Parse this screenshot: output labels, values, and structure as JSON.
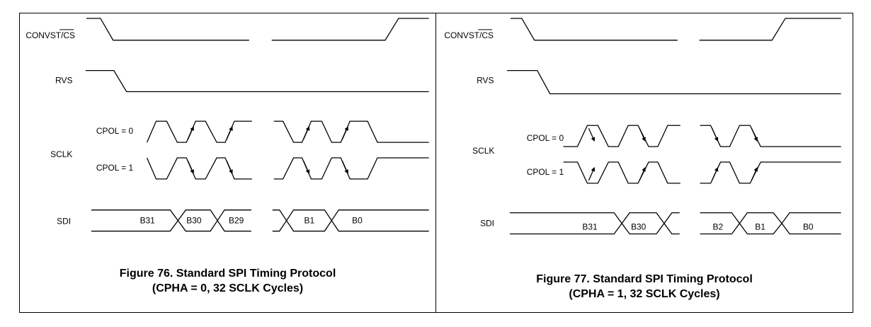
{
  "figures": [
    {
      "caption_line1": "Figure 76. Standard SPI Timing Protocol",
      "caption_line2": "(CPHA = 0, 32 SCLK Cycles)",
      "signals": {
        "convst": "CONVST/CS",
        "rvs": "RVS",
        "sclk": "SCLK",
        "cpol0": "CPOL = 0",
        "cpol1": "CPOL = 1",
        "sdi": "SDI"
      },
      "sdi_bits": [
        "B31",
        "B30",
        "B29",
        "B1",
        "B0"
      ]
    },
    {
      "caption_line1": "Figure 77. Standard SPI Timing Protocol",
      "caption_line2": "(CPHA = 1, 32 SCLK Cycles)",
      "signals": {
        "convst": "CONVST/CS",
        "rvs": "RVS",
        "sclk": "SCLK",
        "cpol0": "CPOL = 0",
        "cpol1": "CPOL = 1",
        "sdi": "SDI"
      },
      "sdi_bits": [
        "B31",
        "B30",
        "B2",
        "B1",
        "B0"
      ]
    }
  ]
}
